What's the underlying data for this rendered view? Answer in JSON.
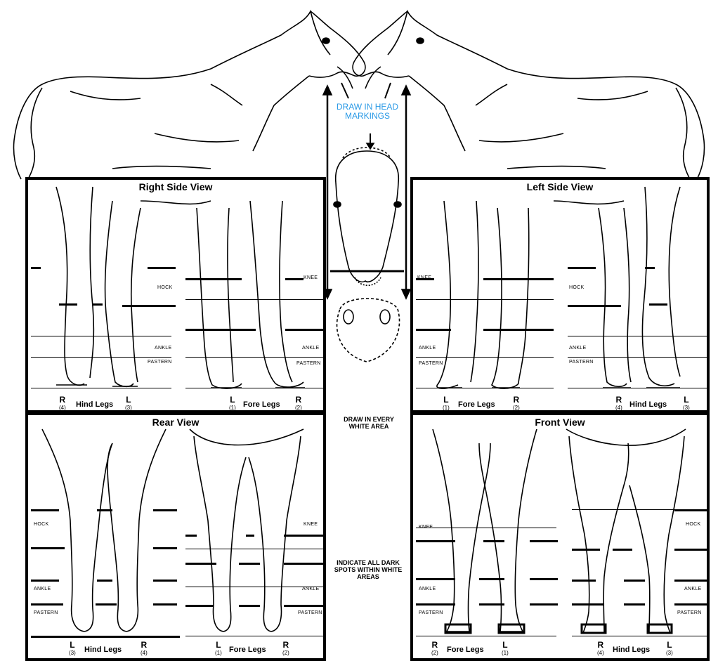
{
  "head_note": "DRAW IN HEAD MARKINGS",
  "every_area_note": "DRAW IN EVERY WHITE AREA",
  "spots_note": "INDICATE ALL DARK SPOTS WITHIN WHITE AREAS",
  "panels": {
    "right_side": {
      "title": "Right Side View",
      "hind_caption": "Hind Legs",
      "fore_caption": "Fore Legs",
      "labels": {
        "hock": "HOCK",
        "knee": "KNEE",
        "ankle": "ANKLE",
        "ankle2": "ANKLE",
        "pastern": "PASTERN",
        "pastern2": "PASTERN"
      },
      "marks": [
        {
          "letter": "R",
          "num": "(4)"
        },
        {
          "letter": "L",
          "num": "(3)"
        },
        {
          "letter": "L",
          "num": "(1)"
        },
        {
          "letter": "R",
          "num": "(2)"
        }
      ]
    },
    "left_side": {
      "title": "Left Side View",
      "hind_caption": "Hind Legs",
      "fore_caption": "Fore Legs",
      "labels": {
        "hock": "HOCK",
        "knee": "KNEE",
        "ankle": "ANKLE",
        "ankle2": "ANKLE",
        "pastern": "PASTERN",
        "pastern2": "PASTERN"
      },
      "marks": [
        {
          "letter": "L",
          "num": "(1)"
        },
        {
          "letter": "R",
          "num": "(2)"
        },
        {
          "letter": "R",
          "num": "(4)"
        },
        {
          "letter": "L",
          "num": "(3)"
        }
      ]
    },
    "rear": {
      "title": "Rear View",
      "hind_caption": "Hind Legs",
      "fore_caption": "Fore Legs",
      "labels": {
        "hock": "HOCK",
        "knee": "KNEE",
        "ankle": "ANKLE",
        "ankle2": "ANKLE",
        "pastern": "PASTERN",
        "pastern2": "PASTERN"
      },
      "marks": [
        {
          "letter": "L",
          "num": "(3)"
        },
        {
          "letter": "R",
          "num": "(4)"
        },
        {
          "letter": "L",
          "num": "(1)"
        },
        {
          "letter": "R",
          "num": "(2)"
        }
      ]
    },
    "front": {
      "title": "Front View",
      "hind_caption": "Hind Legs",
      "fore_caption": "Fore Legs",
      "labels": {
        "hock": "HOCK",
        "knee": "KNEE",
        "ankle": "ANKLE",
        "ankle2": "ANKLE",
        "pastern": "PASTERN",
        "pastern2": "PASTERN"
      },
      "marks": [
        {
          "letter": "R",
          "num": "(2)"
        },
        {
          "letter": "L",
          "num": "(1)"
        },
        {
          "letter": "R",
          "num": "(4)"
        },
        {
          "letter": "L",
          "num": "(3)"
        }
      ]
    }
  }
}
